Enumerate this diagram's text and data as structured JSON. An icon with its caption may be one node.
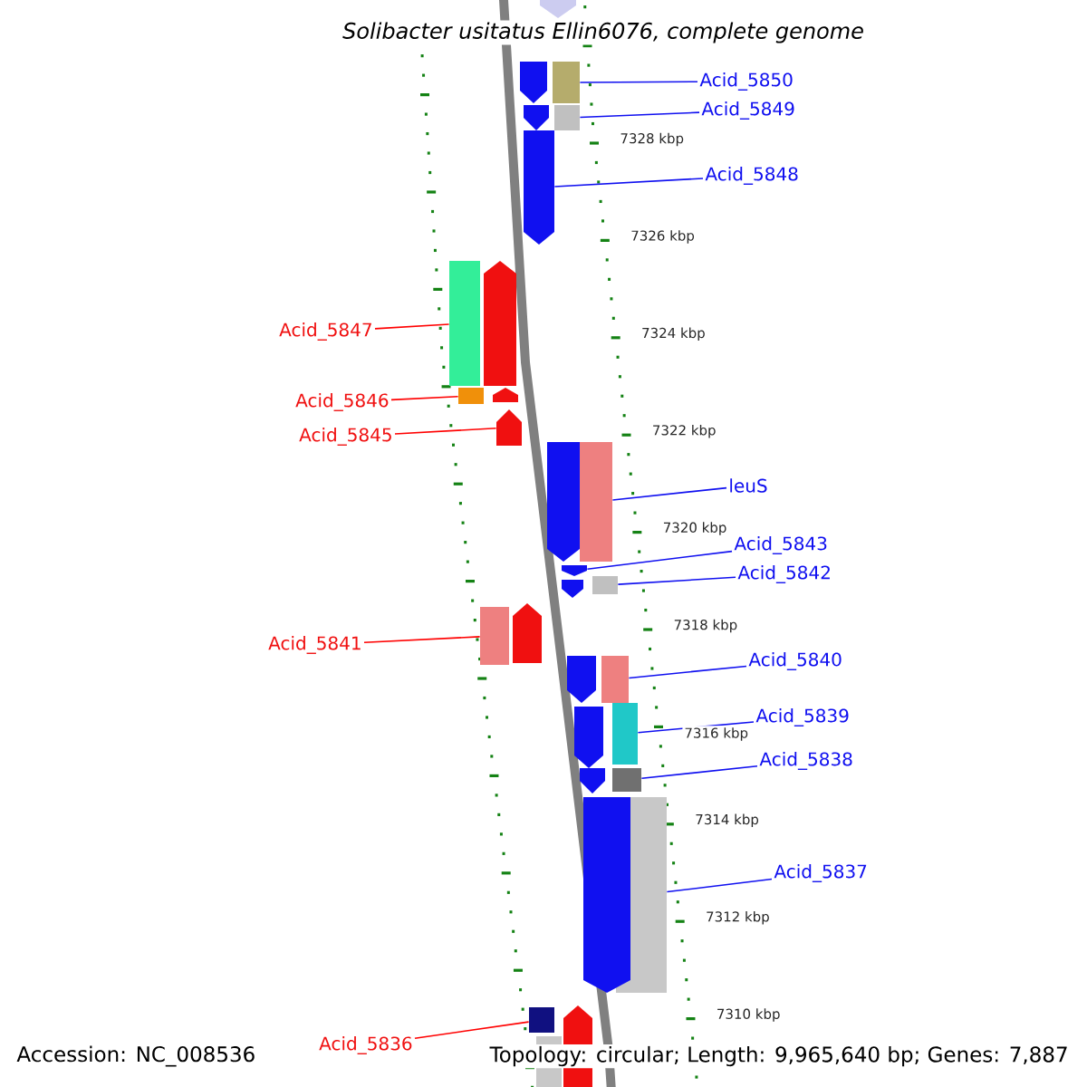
{
  "diagram": {
    "title": "Solibacter usitatus Ellin6076, complete genome",
    "nodes": [
      {
        "text": [
          "Acid_5850"
        ]
      },
      {
        "text": [],
        "shape": "bar"
      },
      {
        "text": [
          "Acid_5849"
        ]
      },
      {
        "text": [],
        "shape": "bar"
      },
      {
        "text": [
          "Acid_5848"
        ]
      },
      {
        "text": [],
        "shape": "bar"
      },
      {
        "text": [
          "Acid_5847"
        ]
      },
      {
        "text": [],
        "shape": "bar"
      },
      {
        "text": [
          "Acid_5846"
        ]
      },
      {
        "text": [],
        "shape": "bar"
      },
      {
        "text": [
          "Acid_5845"
        ]
      },
      {
        "text": [],
        "shape": "bar"
      },
      {
        "text": [
          "leuS"
        ]
      },
      {
        "text": [],
        "shape": "bar"
      },
      {
        "text": [
          "Acid_5843"
        ]
      },
      {
        "text": [],
        "shape": "bar"
      },
      {
        "text": [
          "Acid_5842"
        ]
      },
      {
        "text": [],
        "shape": "bar"
      },
      {
        "text": [
          "Acid_5841"
        ]
      },
      {
        "text": [],
        "shape": "bar"
      },
      {
        "text": [
          "Acid_5840"
        ]
      },
      {
        "text": [],
        "shape": "bar"
      },
      {
        "text": [
          "Acid_5839"
        ]
      },
      {
        "text": [],
        "shape": "bar"
      },
      {
        "text": [
          "Acid_5838"
        ]
      },
      {
        "text": [],
        "shape": "bar"
      },
      {
        "text": [
          "Acid_5837"
        ]
      },
      {
        "text": [],
        "shape": "bar"
      },
      {
        "text": [
          "Acid_5836"
        ]
      },
      {
        "text": [],
        "shape": "bar"
      },
      {
        "text": [],
        "shape": "bar"
      },
      {
        "text": [],
        "shape": "bar"
      },
      {
        "text": [],
        "shape": "bar"
      },
      {
        "text": [],
        "shape": "bar"
      },
      {
        "text": [],
        "shape": "bar"
      },
      {
        "text": [],
        "shape": "bar"
      },
      {
        "text": [],
        "shape": "bar"
      },
      {
        "text": [],
        "shape": "bar"
      },
      {
        "text": [],
        "shape": "bar"
      },
      {
        "text": [],
        "shape": "bar"
      },
      {
        "text": [],
        "shape": "bar"
      },
      {
        "text": [],
        "shape": "bar"
      },
      {
        "text": [],
        "shape": "bar"
      },
      {
        "text": [],
        "shape": "bar"
      }
    ],
    "edges": [
      {
        "from": 0,
        "to": 1,
        "arrow": "none"
      },
      {
        "from": 2,
        "to": 3,
        "arrow": "none"
      },
      {
        "from": 4,
        "to": 5,
        "arrow": "none"
      },
      {
        "from": 6,
        "to": 7,
        "arrow": "none",
        "color": "#ff0000"
      },
      {
        "from": 8,
        "to": 9,
        "arrow": "none",
        "color": "#ff0000"
      },
      {
        "from": 10,
        "to": 11,
        "arrow": "none",
        "color": "#ff0000"
      },
      {
        "from": 12,
        "to": 13,
        "arrow": "none"
      },
      {
        "from": 14,
        "to": 15,
        "arrow": "none"
      },
      {
        "from": 16,
        "to": 17,
        "arrow": "none"
      },
      {
        "from": 18,
        "to": 19,
        "arrow": "none",
        "color": "#ff0000"
      },
      {
        "from": 20,
        "to": 21,
        "arrow": "none"
      },
      {
        "from": 22,
        "to": 23,
        "arrow": "none"
      },
      {
        "from": 24,
        "to": 25,
        "arrow": "none"
      },
      {
        "from": 26,
        "to": 27,
        "arrow": "none"
      },
      {
        "from": 28,
        "to": 29,
        "arrow": "none",
        "color": "#ff0000"
      }
    ],
    "labels": [
      "7328 kbp",
      "7326 kbp",
      "7324 kbp",
      "7322 kbp",
      "7320 kbp",
      "7318 kbp",
      "7316 kbp",
      "7314 kbp",
      "7312 kbp",
      "7310 kbp",
      "Accession: NC_008536",
      "Topology: circular; Length: 9,965,640 bp; Genes: 7,887"
    ]
  }
}
